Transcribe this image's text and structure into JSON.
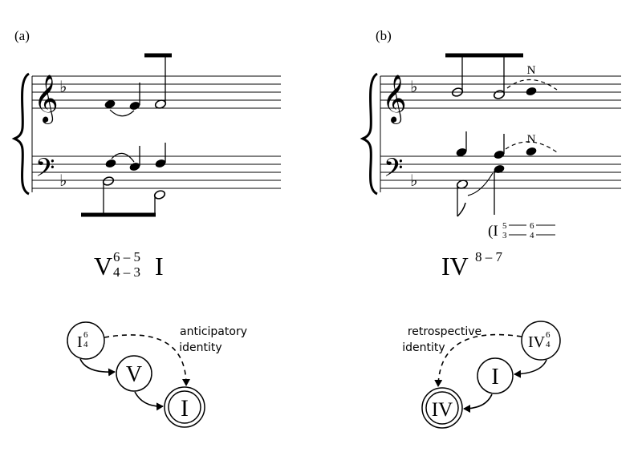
{
  "panels": [
    {
      "label": "(a)",
      "roman": {
        "numeral": "V",
        "upper": "6 – 5",
        "lower": "4 – 3",
        "second": "I"
      },
      "diagram": {
        "start": {
          "numeral": "I",
          "upper": "6",
          "lower": "4"
        },
        "middle": "V",
        "goal": "I",
        "caption_line1": "anticipatory",
        "caption_line2": "identity"
      }
    },
    {
      "label": "(b)",
      "neighbor_mark": "N",
      "roman": {
        "numeral": "IV",
        "superscript": "8 – 7"
      },
      "bass_analysis": {
        "open": "(I",
        "upper_left": "5",
        "lower_left": "3",
        "upper_right": "6",
        "lower_right": "4"
      },
      "diagram": {
        "start": {
          "numeral": "IV",
          "upper": "6",
          "lower": "4"
        },
        "middle": "I",
        "goal": "IV",
        "caption_line1": "retrospective",
        "caption_line2": "identity"
      }
    }
  ],
  "key_signature": "♭",
  "clefs": {
    "treble": "𝄞",
    "bass": "𝄢"
  }
}
